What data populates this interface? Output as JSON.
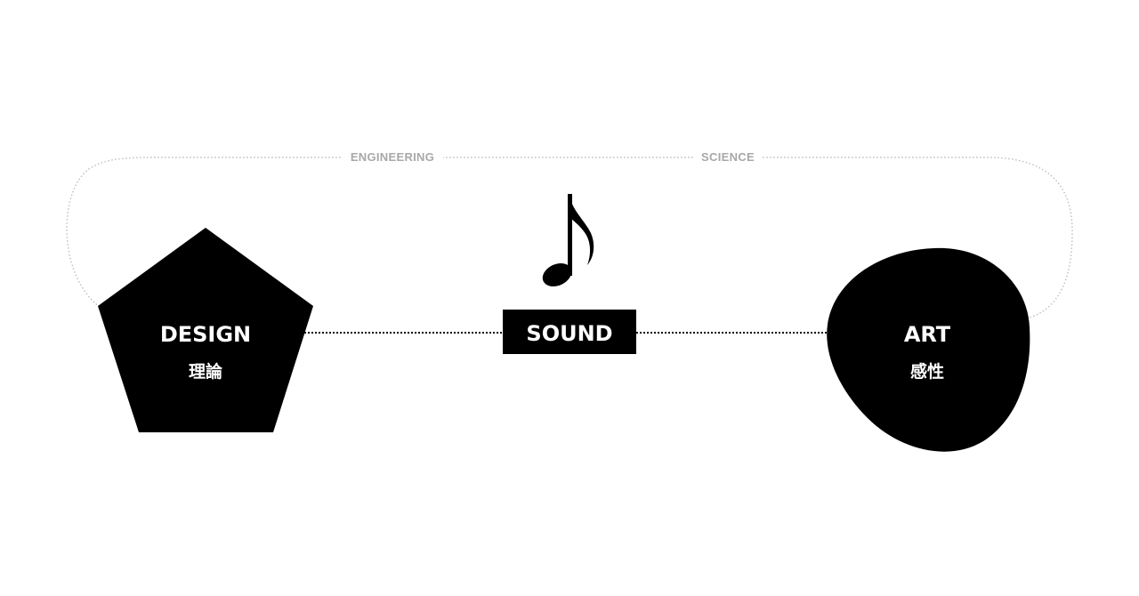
{
  "top_labels": {
    "left": "ENGINEERING",
    "right": "SCIENCE"
  },
  "nodes": {
    "design": {
      "title": "DESIGN",
      "subtitle": "理論",
      "shape": "pentagon"
    },
    "sound": {
      "title": "SOUND",
      "icon": "eighth-note-icon",
      "shape": "rectangle"
    },
    "art": {
      "title": "ART",
      "subtitle": "感性",
      "shape": "blob"
    }
  },
  "colors": {
    "shape_fill": "#000000",
    "shape_text": "#ffffff",
    "dotted_arc": "#bdbdbd",
    "top_label": "#a8a8a8",
    "connector": "#000000"
  }
}
